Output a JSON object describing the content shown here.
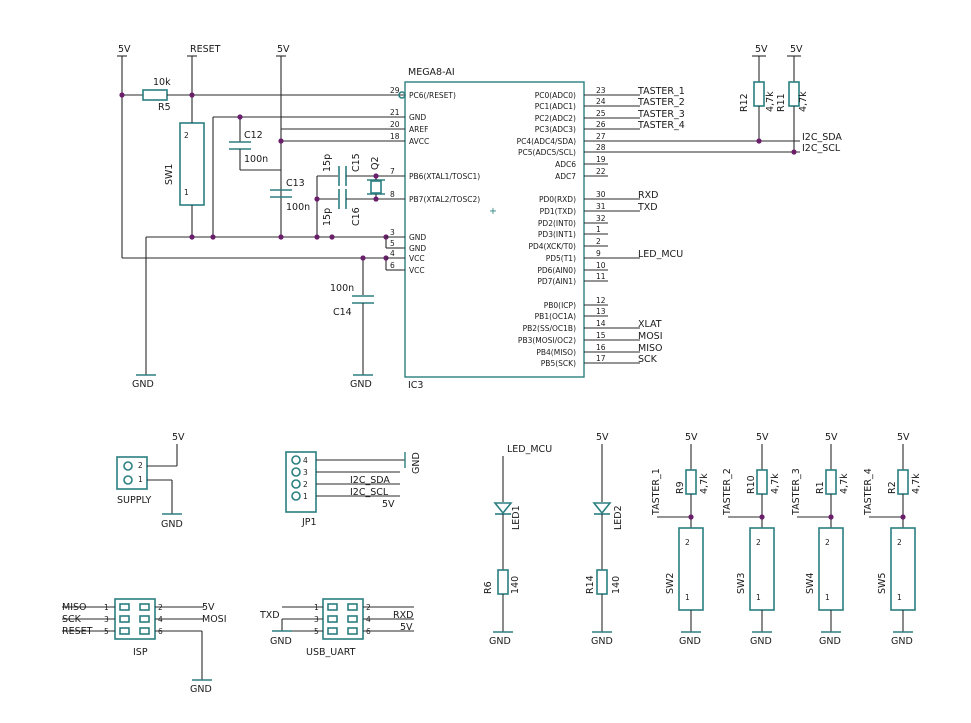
{
  "supplies": {
    "vcc": "5V",
    "gnd": "GND",
    "reset": "RESET"
  },
  "mcu": {
    "part": "MEGA8-AI",
    "ref": "IC3",
    "left_pins": [
      {
        "name": "PC6(/RESET)",
        "num": "29"
      },
      {
        "name": "GND",
        "num": "21"
      },
      {
        "name": "AREF",
        "num": "20"
      },
      {
        "name": "AVCC",
        "num": "18"
      },
      {
        "name": "PB6(XTAL1/TOSC1)",
        "num": "7"
      },
      {
        "name": "PB7(XTAL2/TOSC2)",
        "num": "8"
      },
      {
        "name": "GND",
        "num": "3"
      },
      {
        "name": "GND",
        "num": "5"
      },
      {
        "name": "VCC",
        "num": "4"
      },
      {
        "name": "VCC",
        "num": "6"
      }
    ],
    "right_pins": [
      {
        "name": "PC0(ADC0)",
        "num": "23",
        "net": "TASTER_1"
      },
      {
        "name": "PC1(ADC1)",
        "num": "24",
        "net": "TASTER_2"
      },
      {
        "name": "PC2(ADC2)",
        "num": "25",
        "net": "TASTER_3"
      },
      {
        "name": "PC3(ADC3)",
        "num": "26",
        "net": "TASTER_4"
      },
      {
        "name": "PC4(ADC4/SDA)",
        "num": "27",
        "net": "I2C_SDA"
      },
      {
        "name": "PC5(ADC5/SCL)",
        "num": "28",
        "net": "I2C_SCL"
      },
      {
        "name": "ADC6",
        "num": "19",
        "net": ""
      },
      {
        "name": "ADC7",
        "num": "22",
        "net": ""
      },
      {
        "name": "PD0(RXD)",
        "num": "30",
        "net": "RXD"
      },
      {
        "name": "PD1(TXD)",
        "num": "31",
        "net": "TXD"
      },
      {
        "name": "PD2(INT0)",
        "num": "32",
        "net": ""
      },
      {
        "name": "PD3(INT1)",
        "num": "1",
        "net": ""
      },
      {
        "name": "PD4(XCK/T0)",
        "num": "2",
        "net": ""
      },
      {
        "name": "PD5(T1)",
        "num": "9",
        "net": "LED_MCU"
      },
      {
        "name": "PD6(AIN0)",
        "num": "10",
        "net": ""
      },
      {
        "name": "PD7(AIN1)",
        "num": "11",
        "net": ""
      },
      {
        "name": "PB0(ICP)",
        "num": "12",
        "net": ""
      },
      {
        "name": "PB1(OC1A)",
        "num": "13",
        "net": ""
      },
      {
        "name": "PB2(SS/OC1B)",
        "num": "14",
        "net": "XLAT"
      },
      {
        "name": "PB3(MOSI/OC2)",
        "num": "15",
        "net": "MOSI"
      },
      {
        "name": "PB4(MISO)",
        "num": "16",
        "net": "MISO"
      },
      {
        "name": "PB5(SCK)",
        "num": "17",
        "net": "SCK"
      }
    ]
  },
  "parts": {
    "r5": {
      "ref": "R5",
      "value": "10k"
    },
    "sw1": {
      "ref": "SW1",
      "pin_a": "2",
      "pin_b": "1"
    },
    "c12": {
      "ref": "C12",
      "value": "100n"
    },
    "c13": {
      "ref": "C13",
      "value": "100n"
    },
    "c14": {
      "ref": "C14",
      "value": "100n"
    },
    "c15": {
      "ref": "C15",
      "value": "15p"
    },
    "c16": {
      "ref": "C16",
      "value": "15p"
    },
    "q2": {
      "ref": "Q2"
    },
    "r12": {
      "ref": "R12",
      "value": "4,7k"
    },
    "r11": {
      "ref": "R11",
      "value": "4,7k"
    }
  },
  "supply_conn": {
    "ref": "SUPPLY",
    "pins": [
      "2",
      "1"
    ]
  },
  "jp1": {
    "ref": "JP1",
    "pins": [
      "4",
      "3",
      "2",
      "1"
    ],
    "nets": [
      "GND",
      "I2C_SDA",
      "I2C_SCL",
      "5V"
    ]
  },
  "isp": {
    "ref": "ISP",
    "left_nets": [
      "MISO",
      "SCK",
      "RESET"
    ],
    "left_pins": [
      "1",
      "3",
      "5"
    ],
    "right_pins": [
      "2",
      "4",
      "6"
    ],
    "right_nets": [
      "5V",
      "MOSI",
      "GND"
    ]
  },
  "usb_uart": {
    "ref": "USB_UART",
    "left_nets": [
      "TXD",
      "GND"
    ],
    "left_pins": [
      "1",
      "3",
      "5"
    ],
    "right_pins": [
      "2",
      "4",
      "6"
    ],
    "right_nets": [
      "RXD",
      "5V"
    ]
  },
  "leds": [
    {
      "net": "LED_MCU",
      "ref": "LED1",
      "res": "R6",
      "value": "140"
    },
    {
      "net": "5V",
      "ref": "LED2",
      "res": "R14",
      "value": "140"
    }
  ],
  "buttons": [
    {
      "net": "TASTER_1",
      "res": "R9",
      "value": "4,7k",
      "sw": "SW2"
    },
    {
      "net": "TASTER_2",
      "res": "R10",
      "value": "4,7k",
      "sw": "SW3"
    },
    {
      "net": "TASTER_3",
      "res": "R1",
      "value": "4,7k",
      "sw": "SW4"
    },
    {
      "net": "TASTER_4",
      "res": "R2",
      "value": "4,7k",
      "sw": "SW5"
    }
  ],
  "switch_pins": [
    "2",
    "1"
  ]
}
